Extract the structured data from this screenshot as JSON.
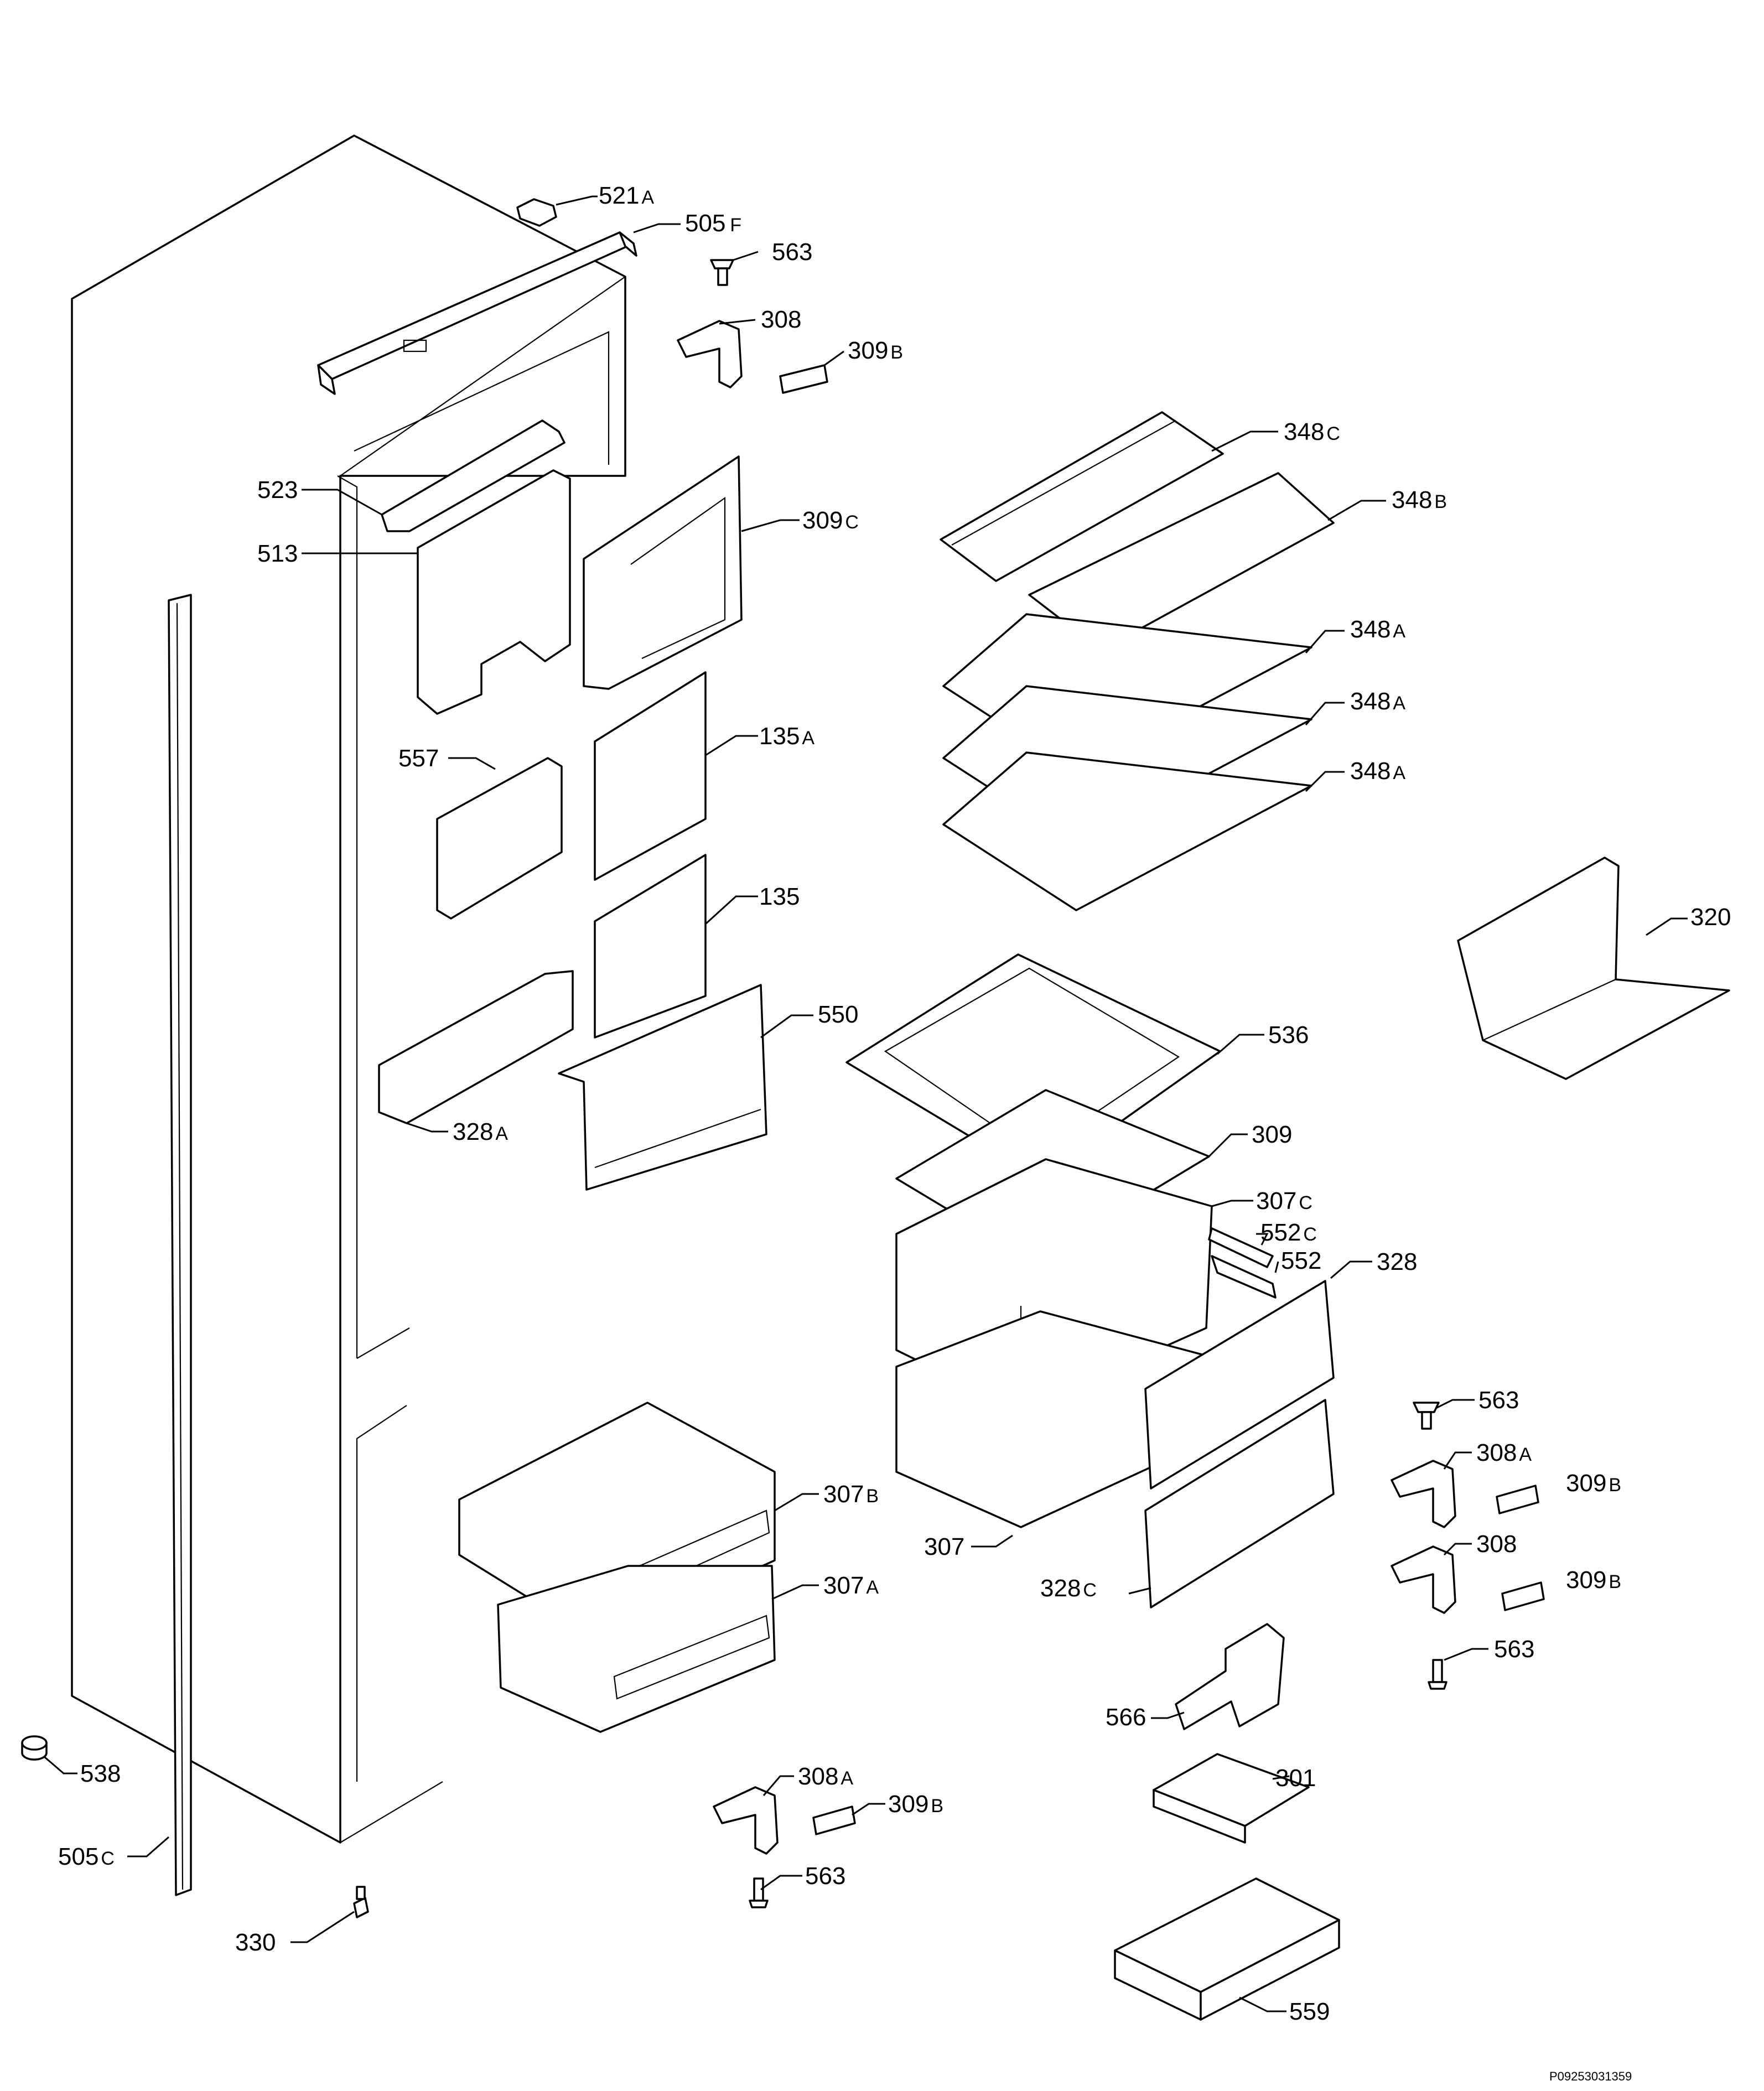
{
  "labels": [
    {
      "id": "521a",
      "num": "521",
      "sfx": "A"
    },
    {
      "id": "505f",
      "num": "505",
      "sfx": "F"
    },
    {
      "id": "563-top",
      "num": "563",
      "sfx": ""
    },
    {
      "id": "308-top",
      "num": "308",
      "sfx": ""
    },
    {
      "id": "309b-top",
      "num": "309",
      "sfx": "B"
    },
    {
      "id": "523",
      "num": "523",
      "sfx": ""
    },
    {
      "id": "513",
      "num": "513",
      "sfx": ""
    },
    {
      "id": "309c",
      "num": "309",
      "sfx": "C"
    },
    {
      "id": "348c",
      "num": "348",
      "sfx": "C"
    },
    {
      "id": "348b",
      "num": "348",
      "sfx": "B"
    },
    {
      "id": "348a-1",
      "num": "348",
      "sfx": "A"
    },
    {
      "id": "348a-2",
      "num": "348",
      "sfx": "A"
    },
    {
      "id": "348a-3",
      "num": "348",
      "sfx": "A"
    },
    {
      "id": "557",
      "num": "557",
      "sfx": ""
    },
    {
      "id": "135a",
      "num": "135",
      "sfx": "A"
    },
    {
      "id": "135",
      "num": "135",
      "sfx": ""
    },
    {
      "id": "320",
      "num": "320",
      "sfx": ""
    },
    {
      "id": "550",
      "num": "550",
      "sfx": ""
    },
    {
      "id": "536",
      "num": "536",
      "sfx": ""
    },
    {
      "id": "328a",
      "num": "328",
      "sfx": "A"
    },
    {
      "id": "309",
      "num": "309",
      "sfx": ""
    },
    {
      "id": "307c",
      "num": "307",
      "sfx": "C"
    },
    {
      "id": "552c",
      "num": "552",
      "sfx": "C"
    },
    {
      "id": "552",
      "num": "552",
      "sfx": ""
    },
    {
      "id": "328",
      "num": "328",
      "sfx": ""
    },
    {
      "id": "563-right",
      "num": "563",
      "sfx": ""
    },
    {
      "id": "308a-right",
      "num": "308",
      "sfx": "A"
    },
    {
      "id": "309b-right1",
      "num": "309",
      "sfx": "B"
    },
    {
      "id": "307b",
      "num": "307",
      "sfx": "B"
    },
    {
      "id": "307",
      "num": "307",
      "sfx": ""
    },
    {
      "id": "308-right",
      "num": "308",
      "sfx": ""
    },
    {
      "id": "309b-right2",
      "num": "309",
      "sfx": "B"
    },
    {
      "id": "307a",
      "num": "307",
      "sfx": "A"
    },
    {
      "id": "328c",
      "num": "328",
      "sfx": "C"
    },
    {
      "id": "563-right2",
      "num": "563",
      "sfx": ""
    },
    {
      "id": "566",
      "num": "566",
      "sfx": ""
    },
    {
      "id": "538",
      "num": "538",
      "sfx": ""
    },
    {
      "id": "308a-bottom",
      "num": "308",
      "sfx": "A"
    },
    {
      "id": "301",
      "num": "301",
      "sfx": ""
    },
    {
      "id": "309b-bottom",
      "num": "309",
      "sfx": "B"
    },
    {
      "id": "505c",
      "num": "505",
      "sfx": "C"
    },
    {
      "id": "563-bottom",
      "num": "563",
      "sfx": ""
    },
    {
      "id": "330",
      "num": "330",
      "sfx": ""
    },
    {
      "id": "559",
      "num": "559",
      "sfx": ""
    }
  ],
  "reference_code": "P09253031359"
}
